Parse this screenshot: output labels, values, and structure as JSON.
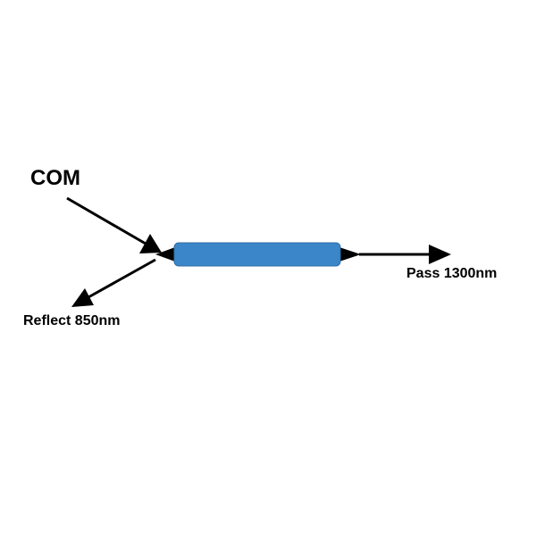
{
  "diagram": {
    "labels": {
      "com": "COM",
      "pass": "Pass 1300nm",
      "reflect": "Reflect 850nm"
    },
    "colors": {
      "background": "#ffffff",
      "body_fill": "#3a86c8",
      "body_stroke": "#2f6ea5",
      "line": "#000000"
    },
    "component": "wdm-fiber-coupler"
  }
}
